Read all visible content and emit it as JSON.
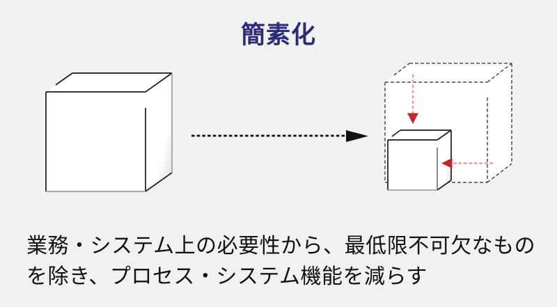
{
  "title": {
    "text": "簡素化"
  },
  "description": {
    "lines": [
      "業務・システム上の必要性から、最低限不可欠なもの",
      "を除き、プロセス・システム機能を減らす"
    ],
    "full_text": "業務・システム上の必要性から、最低限不可欠なものを除き、プロセス・システム機能を減らす"
  },
  "diagram": {
    "icons": {
      "transform_arrow": "black-dashed-arrow-right",
      "shrink_arrow_vertical": "red-dashed-arrow-down",
      "shrink_arrow_horizontal": "red-dashed-arrow-left"
    },
    "shapes": {
      "left": "large-solid-cube",
      "right_outline": "large-dashed-cube-outline",
      "right_inner": "small-solid-cube"
    }
  },
  "colors": {
    "background": "#f1f1f2",
    "title_text": "#2b2b78",
    "body_text": "#111111",
    "cube_fill": "#ffffff",
    "cube_edge": "#1a1a1a",
    "cube_edge_soft": "#9c9c9c",
    "outline_cube_edge": "#4d4d4d",
    "black_arrow": "#111111",
    "red_arrow_line": "#e59c9c",
    "red_arrow_head": "#ba2a2a"
  }
}
